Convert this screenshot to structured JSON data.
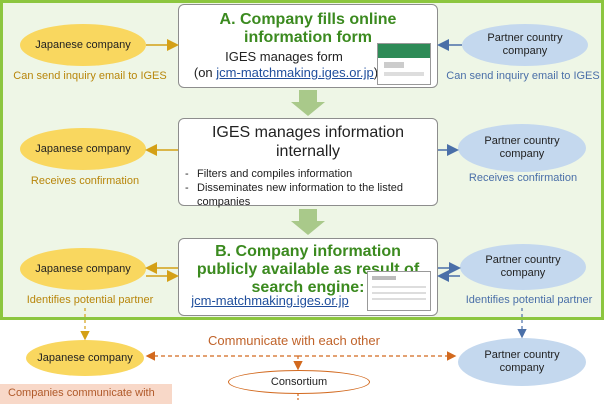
{
  "box_a": {
    "title": "A. Company fills online information form",
    "subtitle": "IGES manages form",
    "link_prefix": "(on ",
    "link": "jcm-matchmaking.iges.or.jp",
    "link_suffix": ")"
  },
  "box_mid": {
    "title": "IGES manages information internally",
    "bullets": [
      "Filters and compiles information",
      "Disseminates new information to the listed companies"
    ]
  },
  "box_b": {
    "title": "B. Company information publicly available as result of search engine:",
    "link": "jcm-matchmaking.iges.or.jp"
  },
  "japanese_company_label": "Japanese company",
  "partner_company_label": "Partner country company",
  "captions": {
    "row1_left": "Can send inquiry email to IGES",
    "row1_right": "Can send inquiry email to IGES",
    "row2_left": "Receives confirmation",
    "row2_right": "Receives confirmation",
    "row3_left": "Identifies potential partner",
    "row3_right": "Identifies potential partner"
  },
  "communicate_text": "Communicate with each other",
  "consortium_label": "Consortium",
  "bottom_note": "Companies communicate with",
  "colors": {
    "frame_border": "#8cc63f",
    "frame_fill": "#eef6e6",
    "japanese_fill": "#f9d75f",
    "partner_fill": "#c4d8ee",
    "title_green": "#3b8a1f",
    "communicate_orange": "#c0632a"
  }
}
